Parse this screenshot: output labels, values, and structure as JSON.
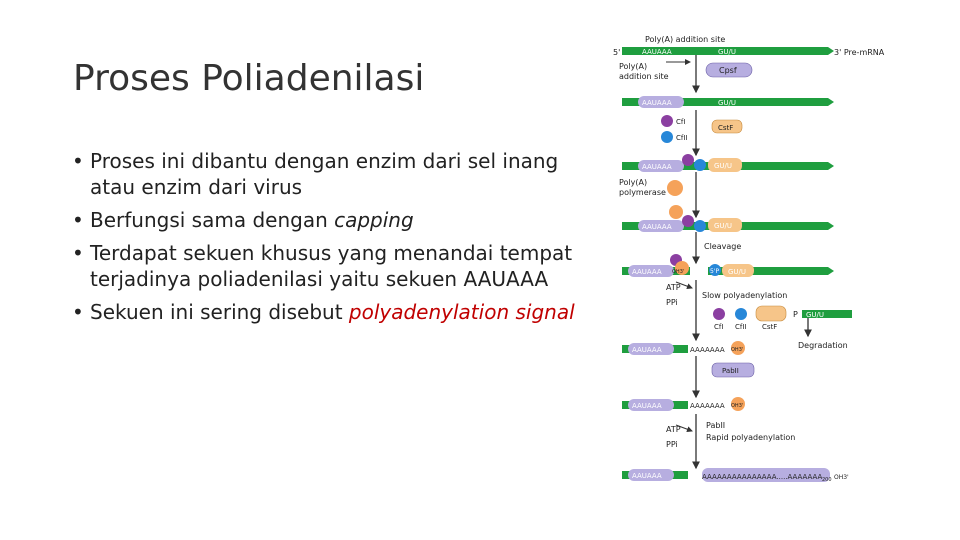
{
  "slide": {
    "title": "Proses Poliadenilasi",
    "bullets": [
      {
        "text": "Proses ini dibantu dengan enzim dari sel inang atau enzim dari virus"
      },
      {
        "pre": "Berfungsi sama dengan ",
        "em": "capping"
      },
      {
        "text": "Terdapat sekuen khusus yang menandai tempat terjadinya poliadenilasi yaitu sekuen AAUAAA"
      },
      {
        "pre": "Sekuen ini sering disebut ",
        "red": "polyadenylation signal"
      }
    ]
  },
  "diagram": {
    "labels": {
      "site_top": "Poly(A) addition site",
      "five_prime": "5'",
      "three_prime_premrna": "3' Pre-mRNA",
      "poly_a_site_1": "Poly(A)",
      "poly_a_site_2": "addition site",
      "aauaaa": "AAUAAA",
      "gu": "GU/U",
      "cpsf": "Cpsf",
      "cfi": "CfI",
      "cfii": "CfII",
      "cstf": "CstF",
      "polymerase_1": "Poly(A)",
      "polymerase_2": "polymerase",
      "cleavage": "Cleavage",
      "atp": "ATP",
      "ppi": "PPi",
      "slow": "Slow polyadenylation",
      "degradation": "Degradation",
      "oh3": "OH3'",
      "p5": "5'P",
      "p": "P",
      "pab": "PabII",
      "rapid": "Rapid polyadenylation",
      "poly_a_tail": "AAAAAAA",
      "long_tail": "AAAAAAAAAAAAAAA.....AAAAAAA",
      "subscript": "200",
      "oh3_end": "OH3'"
    },
    "colors": {
      "rna": "#1f9e3f",
      "box_purple": "#b7aee0",
      "box_orange": "#f6c589",
      "cfi": "#8b3fa1",
      "cfii": "#2787d8",
      "polymerase": "#f5a25a"
    }
  }
}
